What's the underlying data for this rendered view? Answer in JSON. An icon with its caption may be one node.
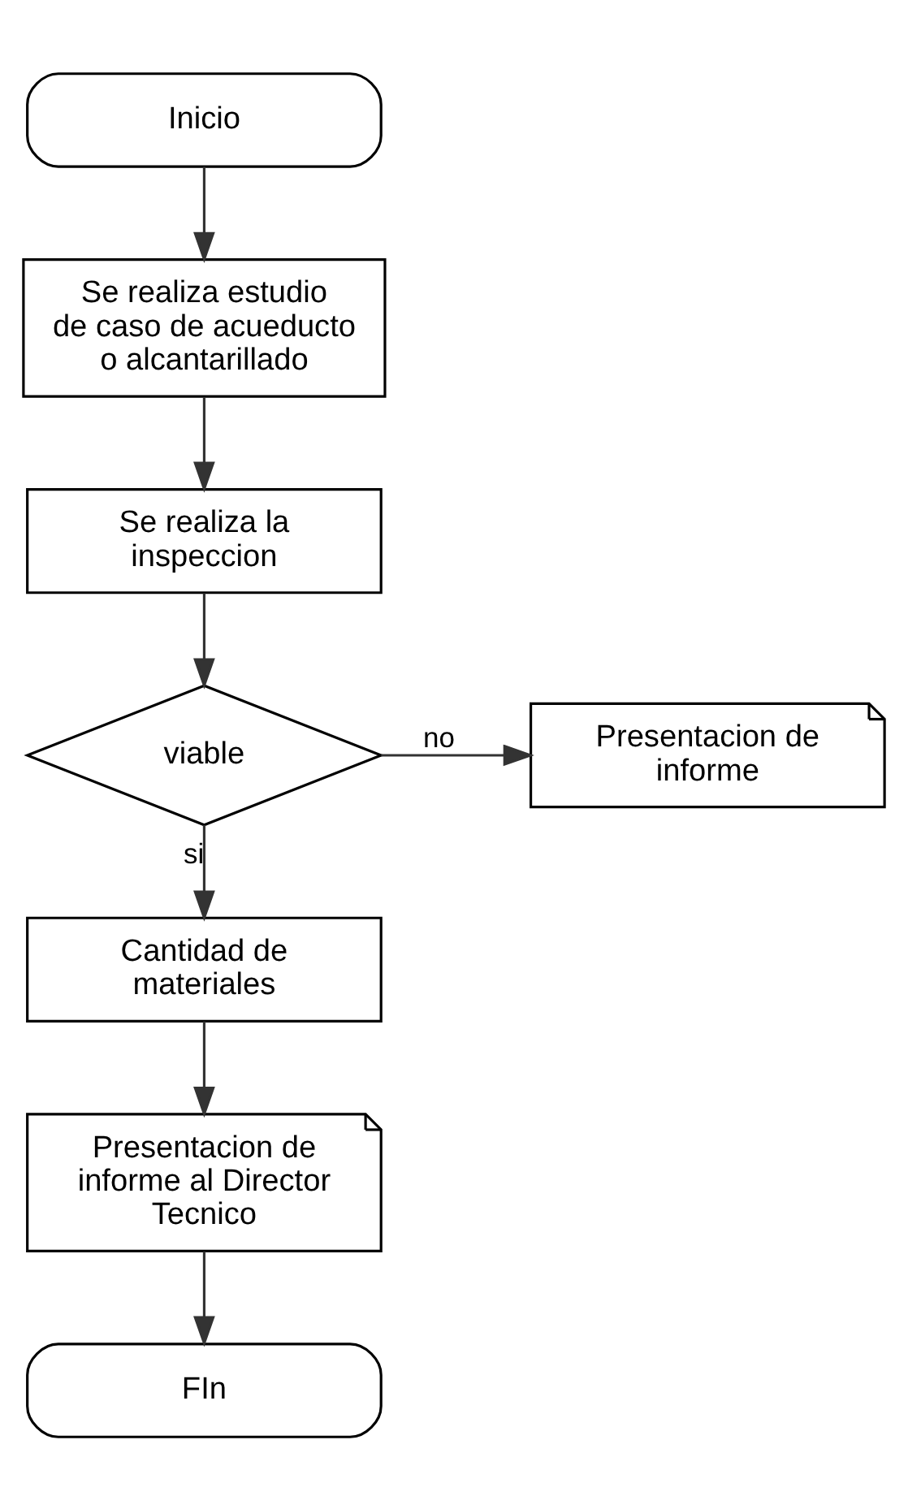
{
  "diagram": {
    "nodes": [
      {
        "text": [
          "Inicio"
        ]
      },
      {
        "text": [
          "Se realiza estudio de caso de acueducto o alcantarillado"
        ]
      },
      {
        "text": [
          "Se realiza la inspeccion"
        ]
      },
      {
        "text": [
          "viable"
        ]
      },
      {
        "text": [
          "Presentacion de informe"
        ]
      },
      {
        "text": [
          "Cantidad de materiales"
        ]
      },
      {
        "text": [
          "Presentacion de informe al Director Tecnico"
        ]
      },
      {
        "text": [
          "FIn"
        ]
      }
    ],
    "edges": [
      {
        "from": 0,
        "to": 1,
        "arrow": "to"
      },
      {
        "from": 1,
        "to": 2,
        "arrow": "to"
      },
      {
        "from": 2,
        "to": 3,
        "arrow": "to"
      },
      {
        "from": 3,
        "to": 4,
        "arrow": "to",
        "label": "no"
      },
      {
        "from": 3,
        "to": 5,
        "arrow": "to",
        "label": "si"
      },
      {
        "from": 5,
        "to": 6,
        "arrow": "to"
      },
      {
        "from": 6,
        "to": 7,
        "arrow": "to"
      }
    ]
  }
}
